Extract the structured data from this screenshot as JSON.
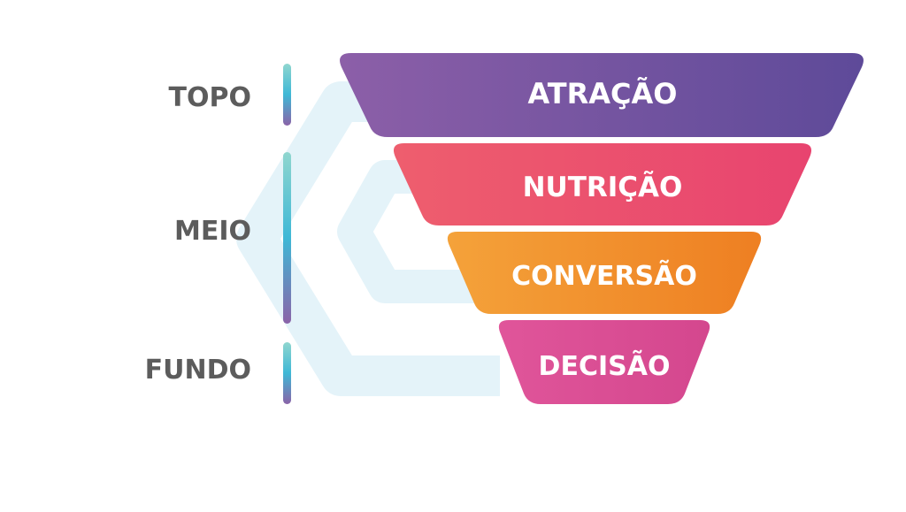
{
  "stages": [
    {
      "label": "TOPO"
    },
    {
      "label": "MEIO"
    },
    {
      "label": "FUNDO"
    }
  ],
  "funnel": [
    {
      "label": "ATRAÇÃO",
      "color_start": "#8c5fa8",
      "color_end": "#5e4a99"
    },
    {
      "label": "NUTRIÇÃO",
      "color_start": "#ee5e6e",
      "color_end": "#e8446f"
    },
    {
      "label": "CONVERSÃO",
      "color_start": "#f4a23a",
      "color_end": "#ee7f22"
    },
    {
      "label": "DECISÃO",
      "color_start": "#e0559a",
      "color_end": "#d4478e"
    }
  ],
  "colors": {
    "stage_text": "#5c5c5c",
    "bar_top": "#8fd6cf",
    "bar_mid": "#3fb8d6",
    "bar_bottom": "#8a63a8",
    "watermark": "#e4f3f9"
  }
}
